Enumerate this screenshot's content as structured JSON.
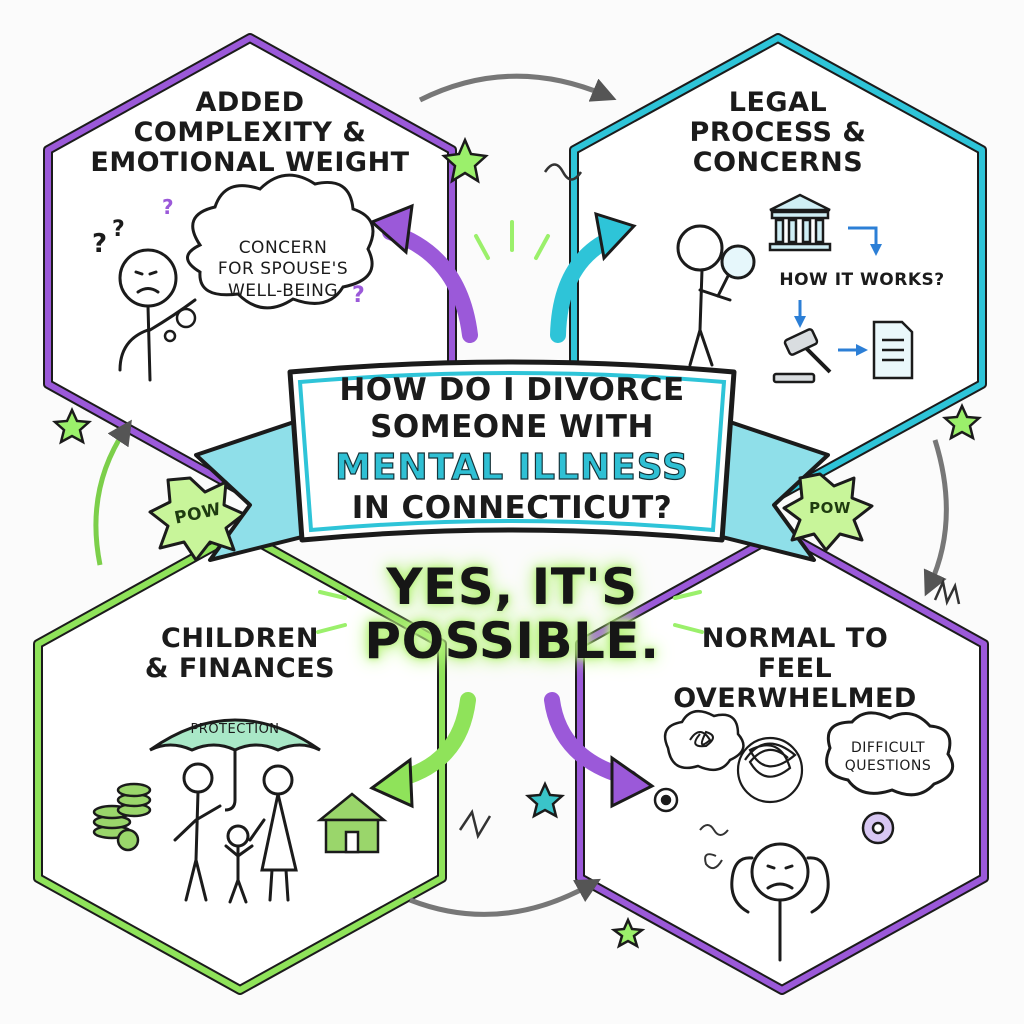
{
  "center": {
    "question_line1": "HOW DO I DIVORCE",
    "question_line2": "SOMEONE WITH",
    "question_highlight": "MENTAL ILLNESS",
    "question_line4": "IN CONNECTICUT?",
    "answer_line1": "YES, IT'S",
    "answer_line2": "POSSIBLE."
  },
  "sections": {
    "top_left": {
      "title_line1": "ADDED",
      "title_line2": "COMPLEXITY &",
      "title_line3": "EMOTIONAL WEIGHT",
      "thought_line1": "CONCERN",
      "thought_line2": "FOR SPOUSE'S",
      "thought_line3": "WELL-BEING",
      "accent": "#9b59d9"
    },
    "top_right": {
      "title_line1": "LEGAL",
      "title_line2": "PROCESS &",
      "title_line3": "CONCERNS",
      "caption": "HOW IT WORKS?",
      "accent": "#2ec4d8"
    },
    "bottom_left": {
      "title_line1": "CHILDREN",
      "title_line2": "& FINANCES",
      "umbrella_label": "PROTECTION",
      "accent": "#8fe35a"
    },
    "bottom_right": {
      "title_line1": "NORMAL TO",
      "title_line2": "FEEL",
      "title_line3": "OVERWHELMED",
      "cloud_line1": "DIFFICULT",
      "cloud_line2": "QUESTIONS",
      "accent": "#9b59d9"
    }
  },
  "bursts": {
    "left": "POW",
    "right": "POW"
  },
  "colors": {
    "purple": "#9b59d9",
    "cyan": "#2ec4d8",
    "green": "#8fe35a",
    "ink": "#1b1b1b"
  },
  "icons": [
    "worried-person-icon",
    "thought-cloud-icon",
    "question-mark-icon",
    "courthouse-icon",
    "magnifier-person-icon",
    "gavel-icon",
    "document-icon",
    "umbrella-icon",
    "family-icon",
    "coin-stack-icon",
    "house-icon",
    "stressed-person-icon",
    "gear-icon",
    "scribble-cloud-icon",
    "star-icon"
  ]
}
